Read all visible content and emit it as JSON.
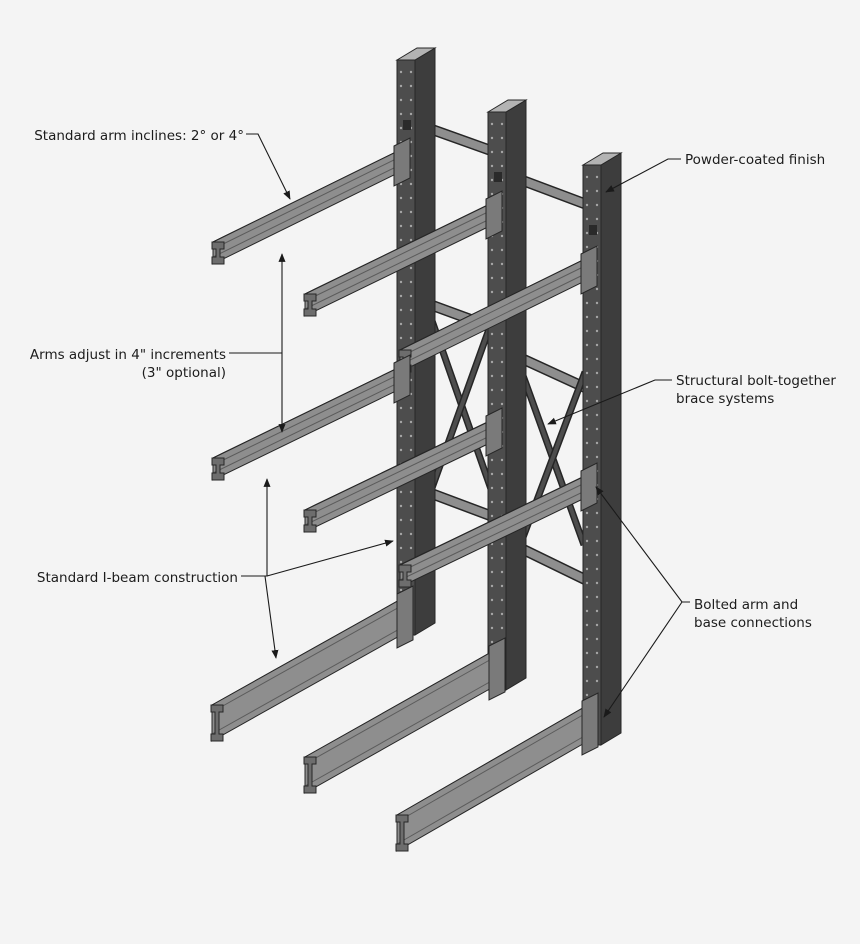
{
  "colors": {
    "background": "#f4f4f4",
    "steel_face": "#8e8e8e",
    "steel_top": "#b3b3b3",
    "steel_dark": "#4d4d4d",
    "steel_darker": "#3d3d3d",
    "outline": "#262626",
    "leader": "#1a1a1a"
  },
  "callouts": {
    "arm_incline": "Standard arm inclines:  2° or 4°",
    "arm_adjust_line1": "Arms adjust in 4\" increments",
    "arm_adjust_line2": "(3\" optional)",
    "ibeam": "Standard I-beam construction",
    "finish": "Powder-coated finish",
    "brace_line1": "Structural bolt-together",
    "brace_line2": "brace systems",
    "bolted_line1": "Bolted arm and",
    "bolted_line2": "base connections"
  }
}
